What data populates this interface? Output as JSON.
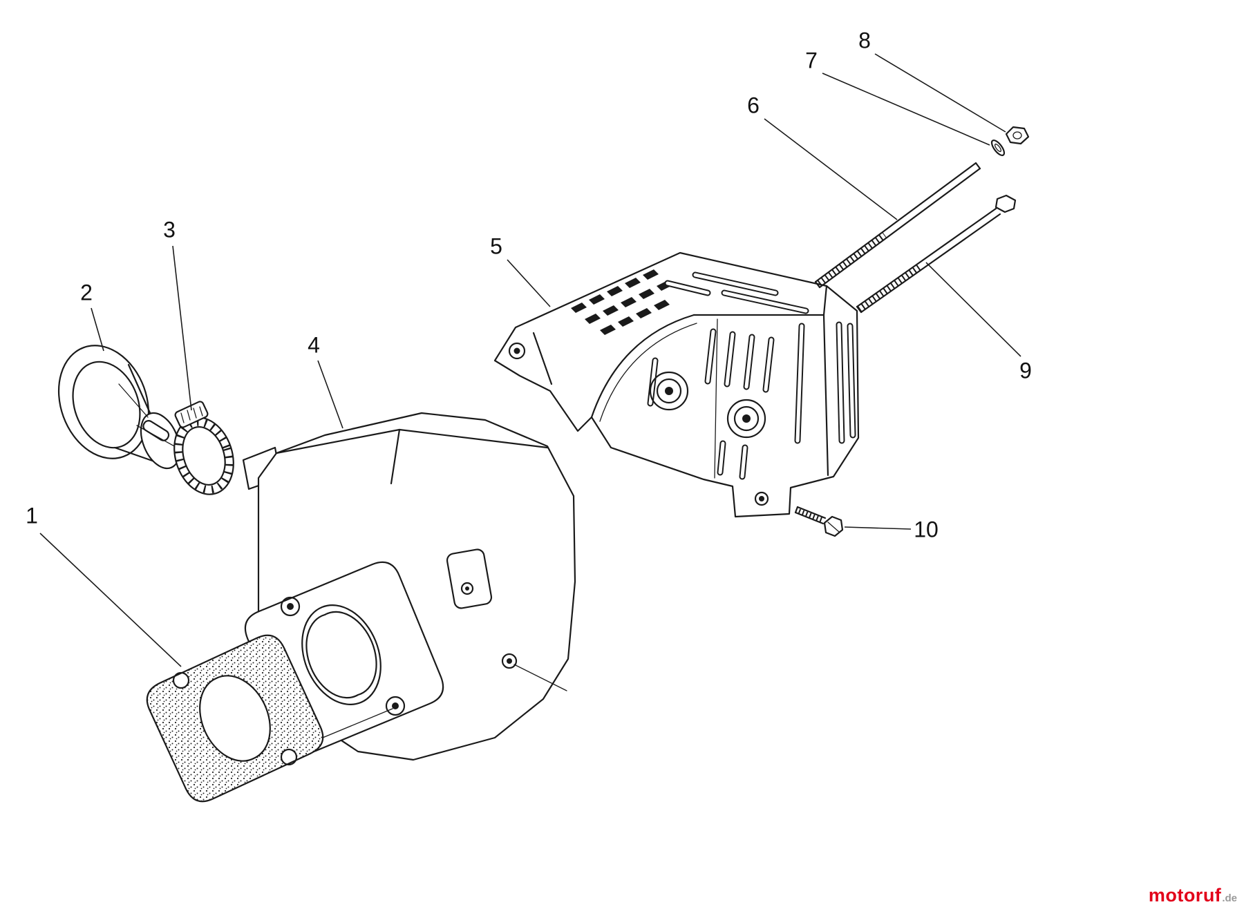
{
  "colors": {
    "line": "#1a1a1a",
    "background": "#ffffff",
    "watermark_brand": "#e2001a",
    "watermark_tld": "#999999"
  },
  "diagram": {
    "callouts": [
      {
        "label": "1"
      },
      {
        "label": "2"
      },
      {
        "label": "3"
      },
      {
        "label": "4"
      },
      {
        "label": "5"
      },
      {
        "label": "6"
      },
      {
        "label": "7"
      },
      {
        "label": "8"
      },
      {
        "label": "9"
      },
      {
        "label": "10"
      }
    ]
  },
  "watermark": {
    "brand": "motoruf",
    "tld": ".de"
  }
}
